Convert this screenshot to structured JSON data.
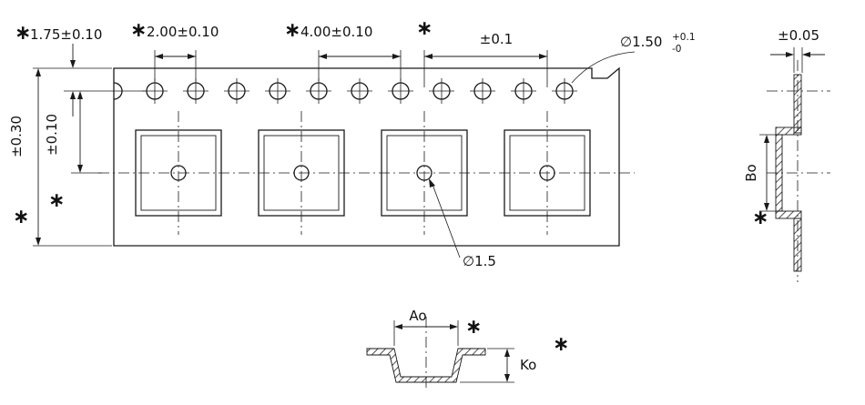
{
  "top_view": {
    "dim_edge_to_hole": "1.75±0.10",
    "dim_hole_pitch": "2.00±0.10",
    "dim_pocket_pitch": "4.00±0.10",
    "dim_cumulative_tol": "±0.1",
    "dim_sprocket_hole_dia": "∅1.50",
    "dim_sprocket_hole_dia_plus": "+0.1",
    "dim_sprocket_hole_dia_minus": "-0",
    "dim_tape_width_tol": "±0.30",
    "dim_hole_to_pocket_center": "±0.10",
    "dim_pocket_center_hole_dia": "∅1.5"
  },
  "side_view": {
    "dim_thickness_tol": "±0.05",
    "dim_pocket_width": "Bo"
  },
  "section_view": {
    "dim_pocket_length": "Ao",
    "dim_pocket_depth": "Ko"
  },
  "footnote_marker": "∗",
  "line_color": "#1a1a1a"
}
